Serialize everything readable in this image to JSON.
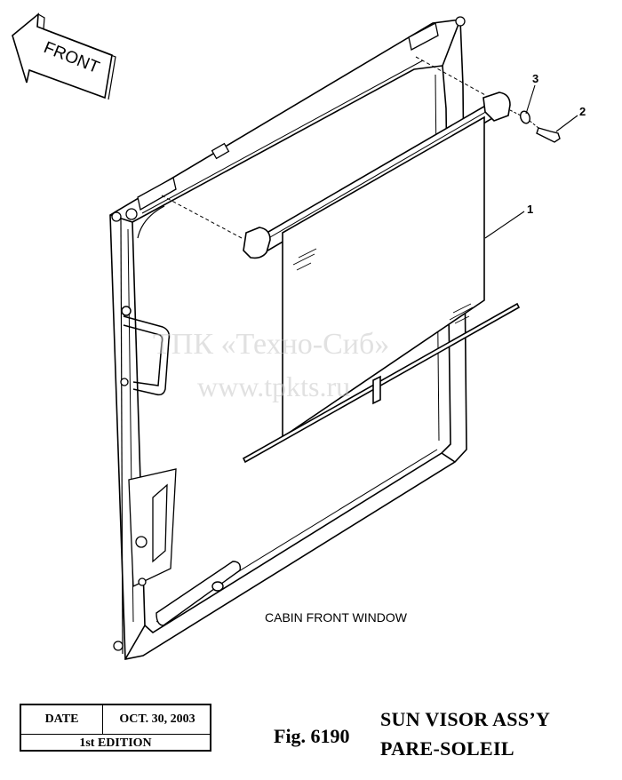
{
  "diagram": {
    "front_arrow_label": "FRONT",
    "callouts": {
      "part1": "1",
      "part2": "2",
      "part3": "3"
    },
    "caption": "CABIN FRONT WINDOW",
    "watermark_line1": "ТПК «Техно-Сиб»",
    "watermark_line2": "www.tpkts.ru"
  },
  "info_box": {
    "date_label": "DATE",
    "date_value": "OCT. 30, 2003",
    "edition": "1st EDITION"
  },
  "figure": {
    "number": "Fig. 6190",
    "title_line1": "SUN VISOR ASS’Y",
    "title_line2": "PARE-SOLEIL"
  }
}
